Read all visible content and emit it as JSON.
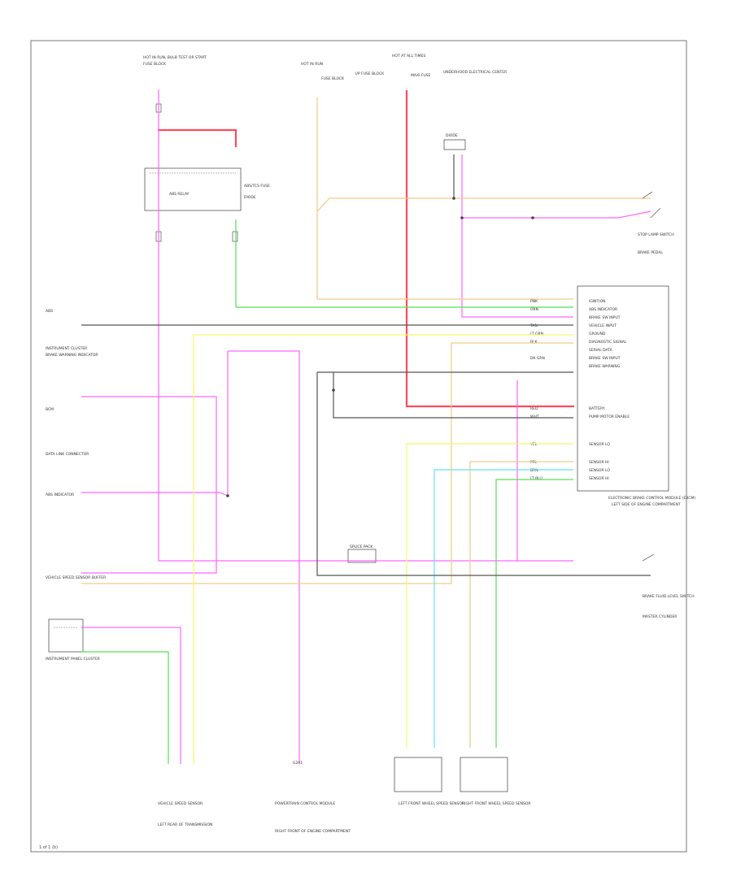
{
  "diagram": {
    "footer_code": "1 of 1 (b)",
    "colors": {
      "red": "#ff4a5e",
      "pink": "#ff66ff",
      "yellow": "#f7f76a",
      "tan": "#f0c98a",
      "green": "#55e055",
      "cyan": "#66e0f0",
      "gray": "#555555",
      "black": "#444444",
      "border": "#777777"
    },
    "labels": {
      "top_left_fuse": "HOT IN RUN, BULB TEST OR START",
      "top_left_fuse_sub": "FUSE BLOCK",
      "top_mid_fuse": "HOT IN RUN",
      "top_mid_fuse_sub": "FUSE BLOCK",
      "top_mid2": "I/P FUSE BLOCK",
      "top_hot": "HOT AT ALL TIMES",
      "top_hot_sub": "MAXI FUSE",
      "top_right_note": "UNDERHOOD ELECTRICAL CENTER",
      "relay_label": "ABS RELAY",
      "relay_sub": "ABS/TCS FUSE",
      "diode_label": "DIODE",
      "brake_switch": "STOP LAMP SWITCH",
      "brake_switch_sub": "BRAKE PEDAL",
      "left_mid": "ABS",
      "left_side1": "INSTRUMENT CLUSTER",
      "left_side2": "BRAKE WARNING INDICATOR",
      "left_side3": "BCM",
      "left_side4": "DATA LINK CONNECTOR",
      "left_side5": "ABS INDICATOR",
      "left_lower1": "VEHICLE SPEED SENSOR BUFFER",
      "left_lower2": "INSTRUMENT PANEL CLUSTER",
      "ground_label": "G201",
      "ebcm_title": "ELECTRONIC BRAKE CONTROL MODULE (EBCM)",
      "ebcm_sub": "LEFT SIDE OF ENGINE COMPARTMENT",
      "switch_right": "BRAKE FLUID LEVEL SWITCH",
      "switch_right_sub": "MASTER CYLINDER",
      "bottom1": "VEHICLE SPEED SENSOR",
      "bottom1_sub": "LEFT REAR OF TRANSMISSION",
      "bottom2": "POWERTRAIN CONTROL MODULE",
      "bottom2_sub": "RIGHT FRONT OF ENGINE COMPARTMENT",
      "bottom3": "LEFT FRONT WHEEL SPEED SENSOR",
      "bottom4": "RIGHT FRONT WHEEL SPEED SENSOR",
      "splice_label": "SPLICE PACK",
      "ebcm_pins": [
        "IGNITION",
        "ABS INDICATOR",
        "BRAKE SW INPUT",
        "VEHICLE INPUT",
        "GROUND",
        "DIAGNOSTIC SIGNAL",
        "SERIAL DATA",
        "BRAKE SW INPUT",
        "BRAKE WARNING",
        "BATTERY",
        "PUMP MOTOR ENABLE",
        "SENSOR LO",
        "SENSOR HI",
        "SENSOR LO",
        "SENSOR HI"
      ],
      "wire_codes": [
        "PNK",
        "ORN",
        "TAN",
        "LT GRN",
        "BLK",
        "DK GRN",
        "YEL",
        "PPL",
        "RED",
        "WHT",
        "BRN",
        "LT BLU"
      ]
    }
  }
}
